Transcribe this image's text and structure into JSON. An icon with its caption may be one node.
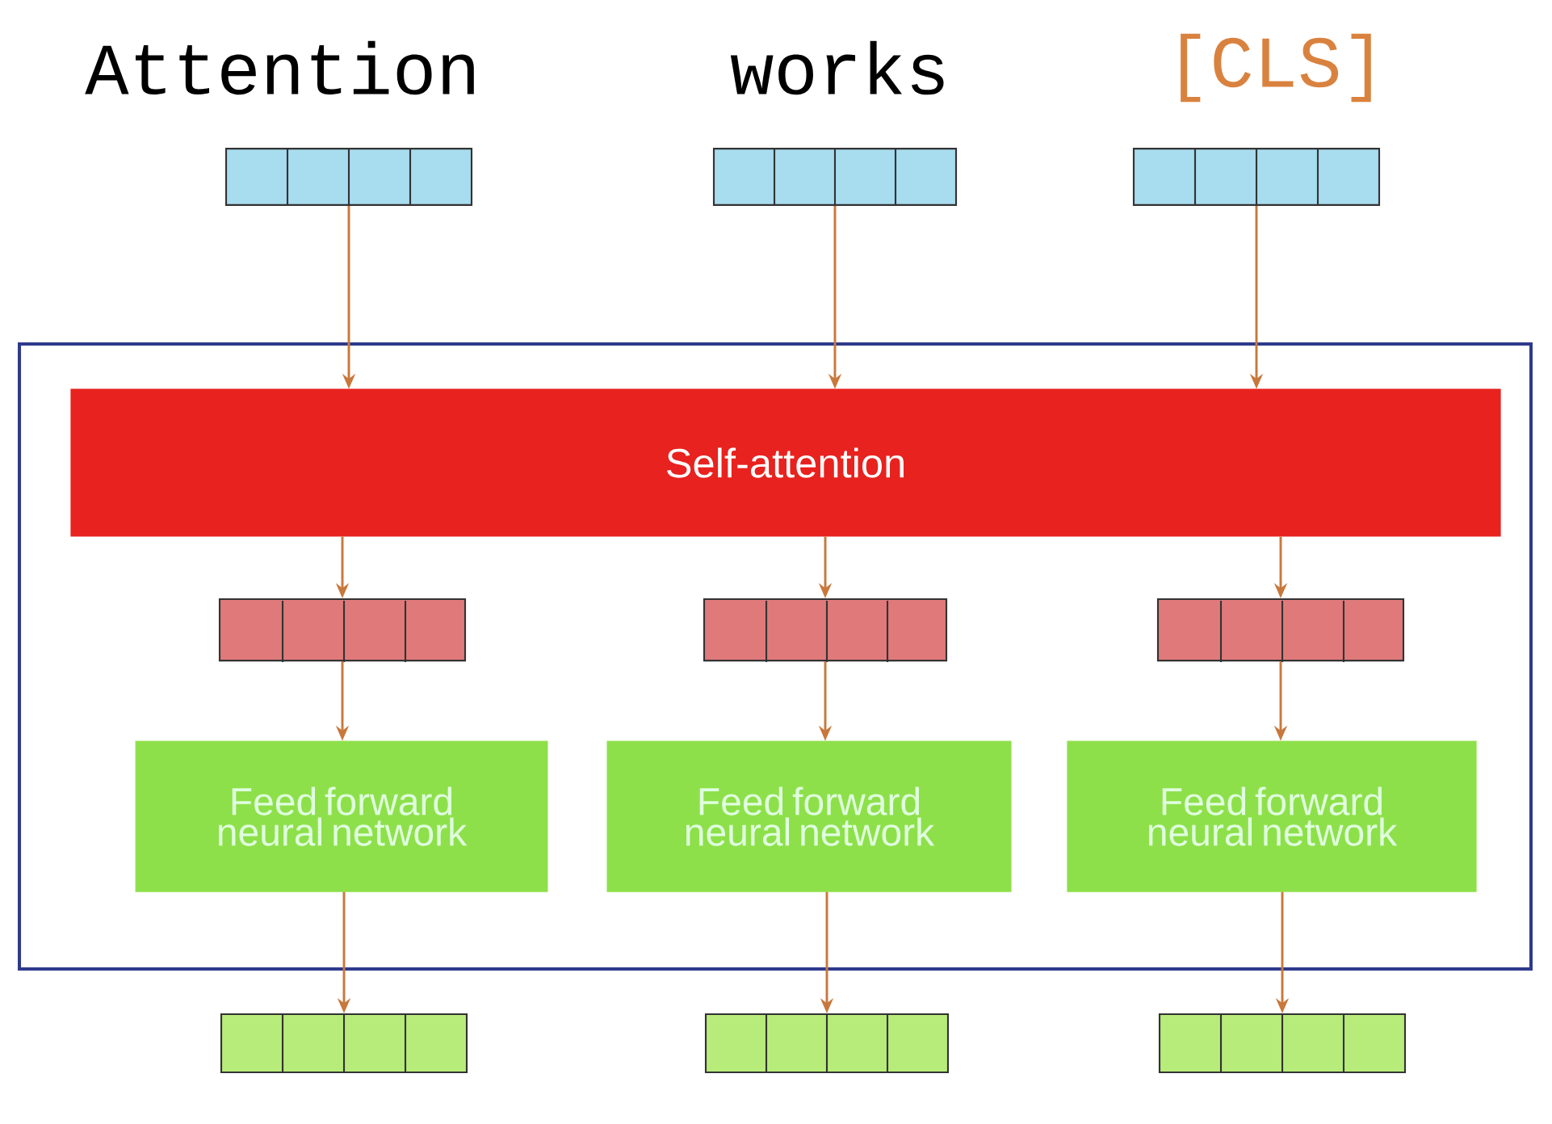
{
  "diagram": {
    "nodes": [
      {
        "text": [],
        "shape": "bar",
        "beside": [
          "Attention"
        ]
      },
      {
        "text": [],
        "shape": "bar",
        "beside": [
          "works"
        ]
      },
      {
        "text": [],
        "shape": "bar",
        "beside": [
          "[CLS]"
        ]
      },
      {
        "text": [],
        "shape": "box"
      },
      {
        "text": [
          "Self-attention"
        ],
        "in": 3
      },
      {
        "text": [],
        "shape": "bar",
        "in": 3
      },
      {
        "text": [],
        "shape": "bar",
        "in": 3
      },
      {
        "text": [],
        "shape": "bar",
        "in": 3
      },
      {
        "text": [
          "Feed forward neural network"
        ],
        "in": 3
      },
      {
        "text": [
          "Feed forward neural network"
        ],
        "in": 3
      },
      {
        "text": [
          "Feed forward neural network"
        ],
        "in": 3
      },
      {
        "text": [],
        "shape": "bar"
      },
      {
        "text": [],
        "shape": "bar"
      },
      {
        "text": [],
        "shape": "bar"
      }
    ],
    "edges": [
      {
        "from": 0,
        "to": 4,
        "arrow": "to"
      },
      {
        "from": 1,
        "to": 4,
        "arrow": "to"
      },
      {
        "from": 2,
        "to": 4,
        "arrow": "to"
      },
      {
        "from": 4,
        "to": 5,
        "arrow": "to"
      },
      {
        "from": 4,
        "to": 6,
        "arrow": "to"
      },
      {
        "from": 4,
        "to": 7,
        "arrow": "to"
      },
      {
        "from": 5,
        "to": 8,
        "arrow": "to"
      },
      {
        "from": 6,
        "to": 9,
        "arrow": "to"
      },
      {
        "from": 7,
        "to": 10,
        "arrow": "to"
      },
      {
        "from": 8,
        "to": 11,
        "arrow": "to"
      },
      {
        "from": 9,
        "to": 12,
        "arrow": "to"
      },
      {
        "from": 10,
        "to": 13,
        "arrow": "to"
      }
    ]
  }
}
